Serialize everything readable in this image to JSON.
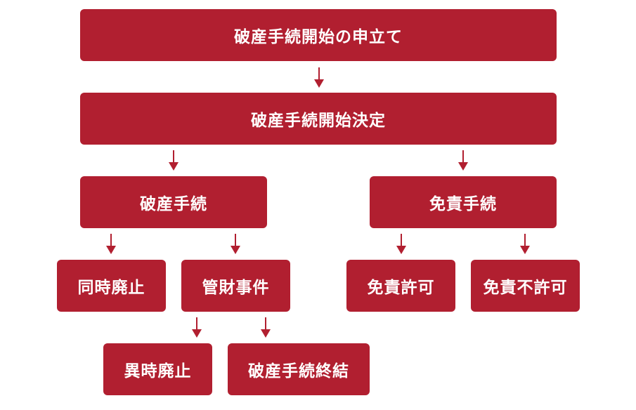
{
  "nodes": {
    "petition": "破産手続開始の申立て",
    "decision": "破産手続開始決定",
    "bankruptcy_procedure": "破産手続",
    "discharge_procedure": "免責手続",
    "simultaneous_abolition": "同時廃止",
    "trustee_case": "管財事件",
    "discharge_granted": "免責許可",
    "discharge_denied": "免責不許可",
    "different_time_abolition": "異時廃止",
    "bankruptcy_conclusion": "破産手続終結"
  },
  "colors": {
    "box": "#b11f30",
    "text": "#ffffff"
  }
}
